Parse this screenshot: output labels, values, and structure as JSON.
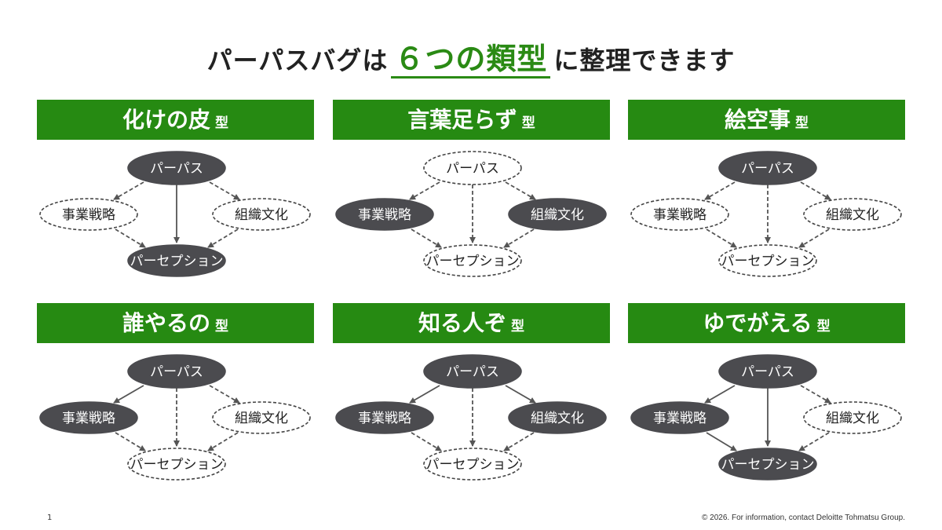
{
  "title": {
    "before": "パーパスバグは",
    "highlight": "６つの類型",
    "after": "に整理できます"
  },
  "type_suffix": "型",
  "node_labels": {
    "purpose": "パーパス",
    "strategy": "事業戦略",
    "culture": "組織文化",
    "perception": "パーセプション"
  },
  "colors": {
    "accent": "#268a12",
    "node_fill": "#4b4b4f",
    "line": "#555555"
  },
  "panels": [
    {
      "name": "化けの皮",
      "filled": {
        "purpose": true,
        "strategy": false,
        "culture": false,
        "perception": true
      },
      "solid": {
        "ps": false,
        "pc": false,
        "px": true,
        "sx": false,
        "cx": false
      }
    },
    {
      "name": "言葉足らず",
      "filled": {
        "purpose": false,
        "strategy": true,
        "culture": true,
        "perception": false
      },
      "solid": {
        "ps": false,
        "pc": false,
        "px": false,
        "sx": false,
        "cx": false
      }
    },
    {
      "name": "絵空事",
      "filled": {
        "purpose": true,
        "strategy": false,
        "culture": false,
        "perception": false
      },
      "solid": {
        "ps": false,
        "pc": false,
        "px": false,
        "sx": false,
        "cx": false
      }
    },
    {
      "name": "誰やるの",
      "filled": {
        "purpose": true,
        "strategy": true,
        "culture": false,
        "perception": false
      },
      "solid": {
        "ps": true,
        "pc": false,
        "px": false,
        "sx": false,
        "cx": false
      }
    },
    {
      "name": "知る人ぞ",
      "filled": {
        "purpose": true,
        "strategy": true,
        "culture": true,
        "perception": false
      },
      "solid": {
        "ps": true,
        "pc": true,
        "px": false,
        "sx": false,
        "cx": false
      }
    },
    {
      "name": "ゆでがえる",
      "filled": {
        "purpose": true,
        "strategy": true,
        "culture": false,
        "perception": true
      },
      "solid": {
        "ps": true,
        "pc": false,
        "px": true,
        "sx": true,
        "cx": false
      }
    }
  ],
  "footer": {
    "page": "1",
    "copyright": "© 2026. For information, contact Deloitte Tohmatsu Group."
  }
}
